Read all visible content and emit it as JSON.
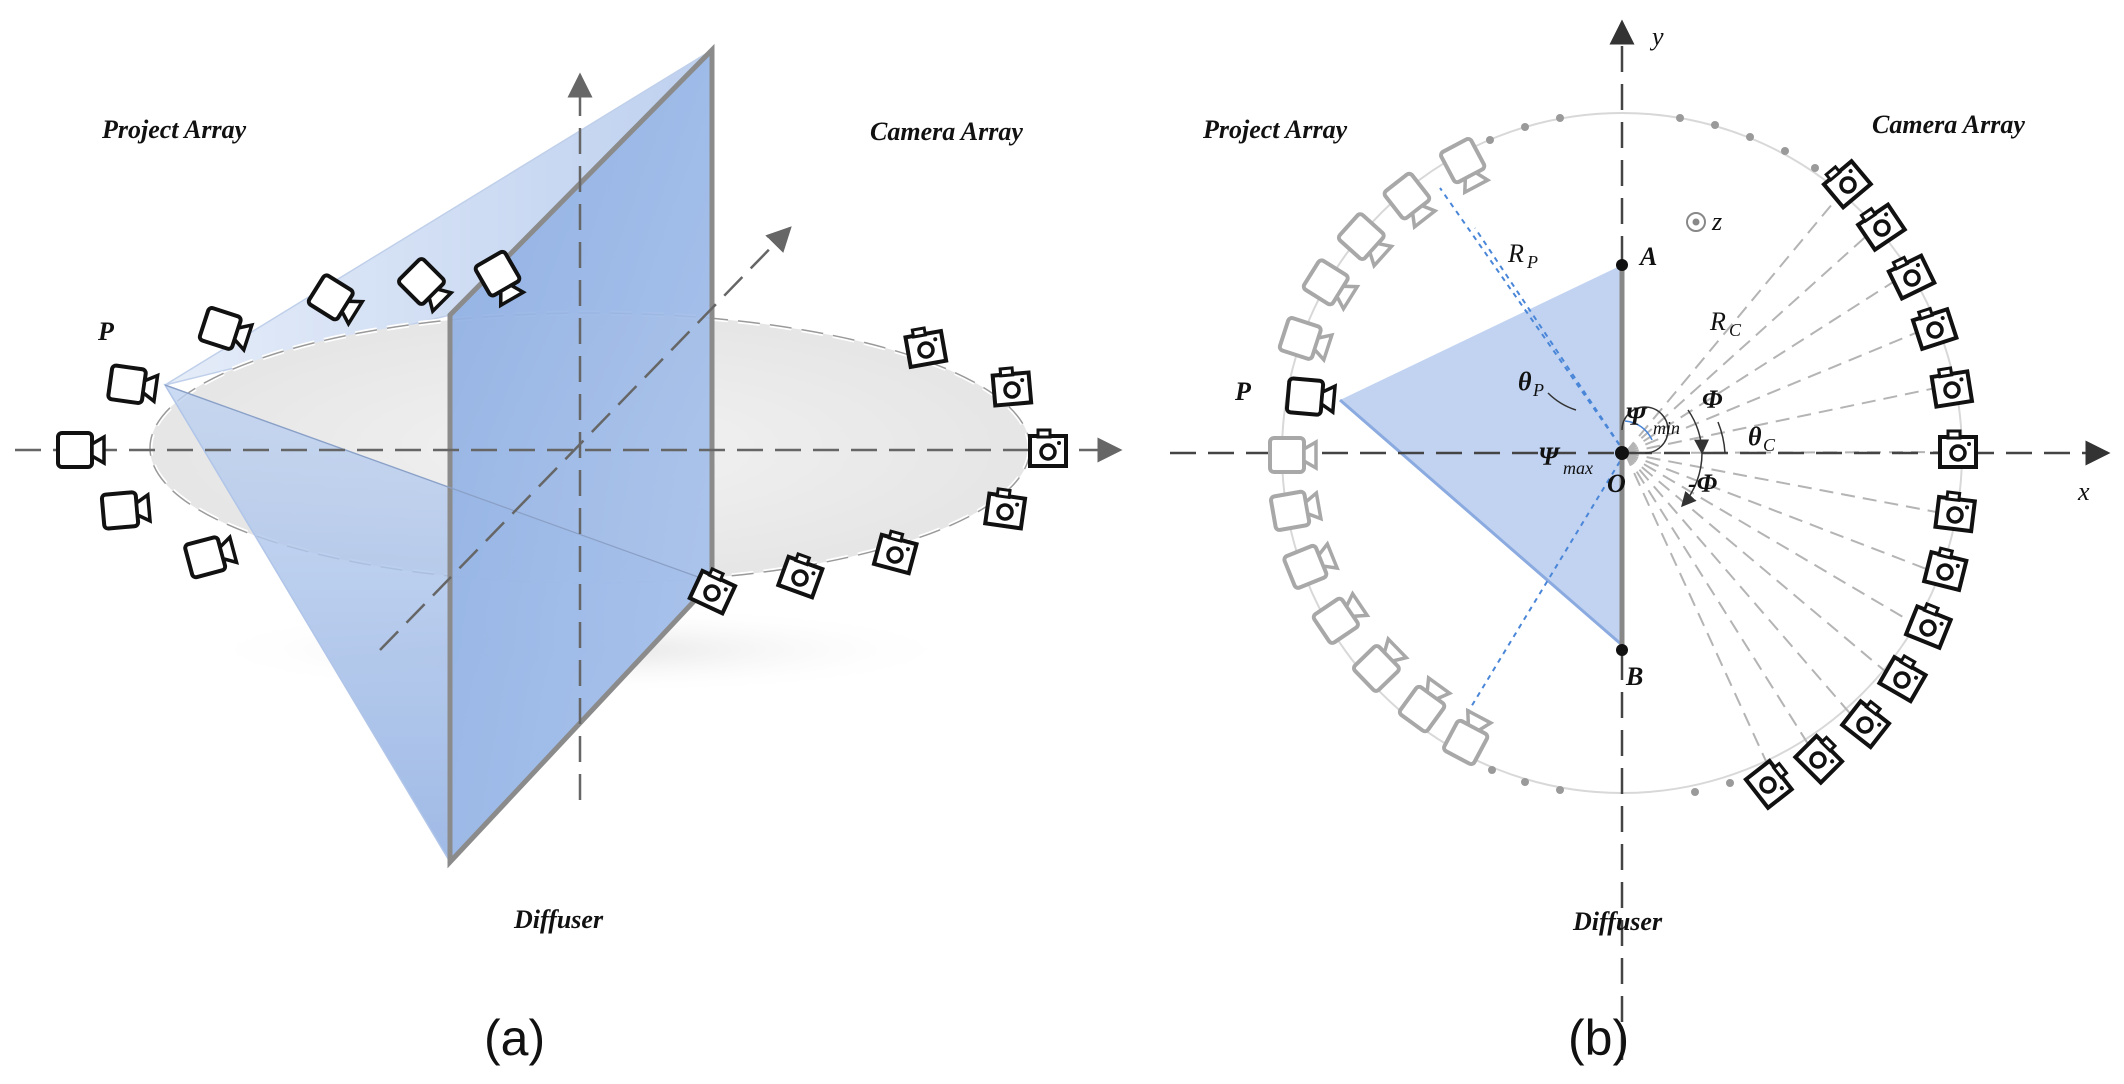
{
  "panel_a": {
    "project_array_label": "Project Array",
    "camera_array_label": "Camera Array",
    "diffuser_label": "Diffuser",
    "projector_label": "P",
    "caption": "(a)"
  },
  "panel_b": {
    "project_array_label": "Project Array",
    "camera_array_label": "Camera Array",
    "diffuser_label": "Diffuser",
    "projector_label": "P",
    "axis_y": "y",
    "axis_x": "x",
    "axis_z": "z",
    "point_a": "A",
    "point_b": "B",
    "origin": "O",
    "rp_main": "R",
    "rp_sub": "P",
    "rc_main": "R",
    "rc_sub": "C",
    "theta_p_main": "θ",
    "theta_p_sub": "P",
    "theta_c_main": "θ",
    "theta_c_sub": "C",
    "psi_min_main": "Ψ",
    "psi_min_sub": "min",
    "psi_max_main": "Ψ",
    "psi_max_sub": "max",
    "phi": "Φ",
    "neg_phi": "-Φ",
    "caption": "(b)"
  },
  "colors": {
    "diffuser_fill": "#9db8e4",
    "cone_fill": "#c5d6f0",
    "ellipse_fill": "#ebebeb",
    "axis_dash": "#555555",
    "ray_blue": "#4a86d8",
    "camera_dark": "#111111",
    "camera_faded": "#a8a8a8"
  }
}
